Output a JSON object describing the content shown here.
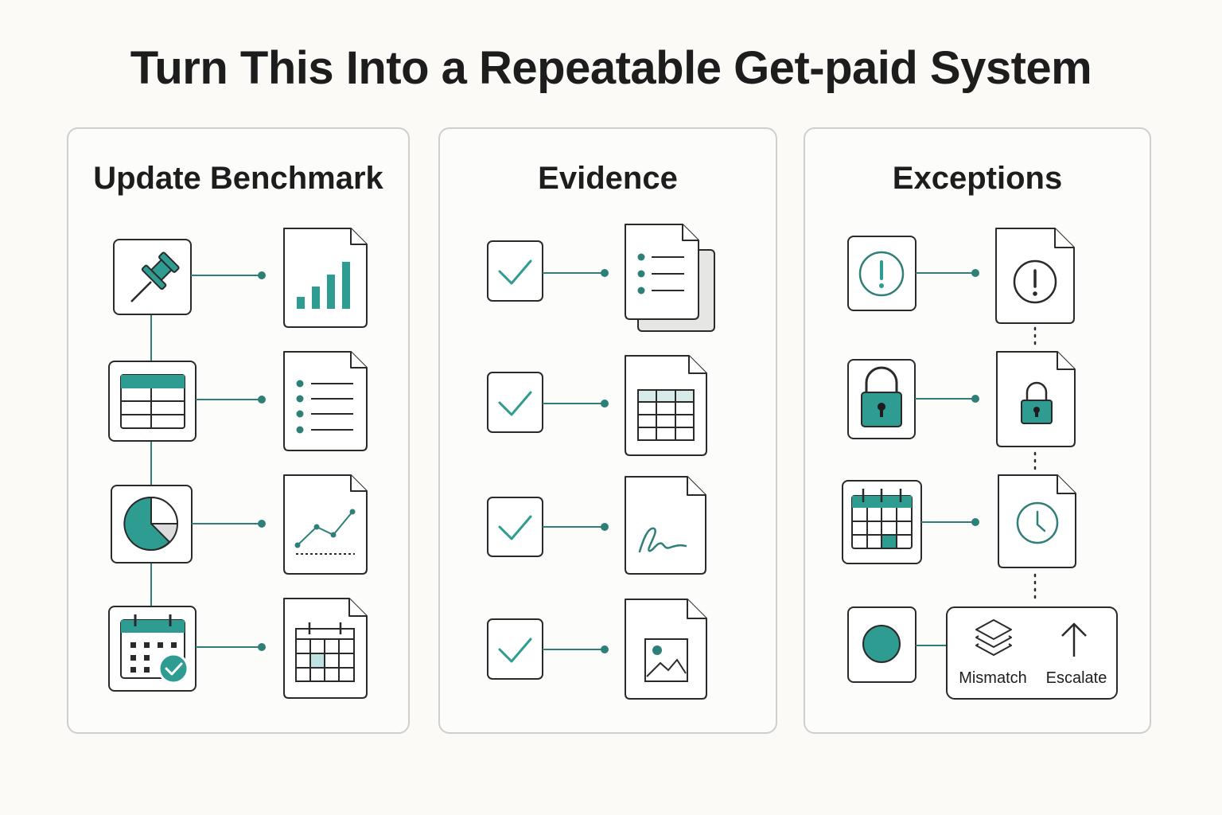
{
  "title": "Turn This Into a Repeatable Get-paid System",
  "accent": "#2f9c92",
  "panels": [
    {
      "title": "Update Benchmark"
    },
    {
      "title": "Evidence"
    },
    {
      "title": "Exceptions"
    }
  ],
  "update_benchmark": {
    "rows": [
      {
        "source_icon": "pushpin-icon",
        "target_icon": "bar-chart-document-icon"
      },
      {
        "source_icon": "table-icon",
        "target_icon": "list-document-icon"
      },
      {
        "source_icon": "pie-chart-icon",
        "target_icon": "line-chart-document-icon"
      },
      {
        "source_icon": "calendar-check-icon",
        "target_icon": "calendar-document-icon"
      }
    ]
  },
  "evidence": {
    "rows": [
      {
        "source_icon": "checkbox-icon",
        "target_icon": "stacked-list-document-icon"
      },
      {
        "source_icon": "checkbox-icon",
        "target_icon": "spreadsheet-document-icon"
      },
      {
        "source_icon": "checkbox-icon",
        "target_icon": "signature-document-icon"
      },
      {
        "source_icon": "checkbox-icon",
        "target_icon": "image-document-icon"
      }
    ]
  },
  "exceptions": {
    "rows": [
      {
        "source_icon": "alert-icon",
        "target_icon": "alert-document-icon"
      },
      {
        "source_icon": "padlock-icon",
        "target_icon": "padlock-document-icon"
      },
      {
        "source_icon": "calendar-icon",
        "target_icon": "clock-document-icon"
      },
      {
        "source_icon": "dot-icon",
        "target_icon": "actions-box"
      }
    ],
    "actions": {
      "mismatch_label": "Mismatch",
      "escalate_label": "Escalate"
    }
  }
}
